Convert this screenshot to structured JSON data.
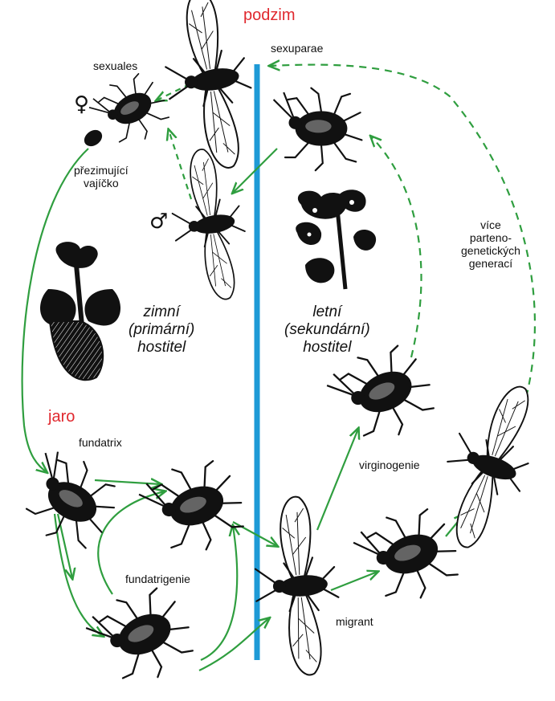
{
  "labels": {
    "autumn": "podzim",
    "spring": "jaro",
    "sexuales": "sexuales",
    "sexuparae": "sexuparae",
    "overwintering_egg_l1": "přezimující",
    "overwintering_egg_l2": "vajíčko",
    "female_symbol": "♀",
    "male_symbol": "♂",
    "primary_host_l1": "zimní",
    "primary_host_l2": "(primární)",
    "primary_host_l3": "hostitel",
    "secondary_host_l1": "letní",
    "secondary_host_l2": "(sekundární)",
    "secondary_host_l3": "hostitel",
    "parthenogenetic_l1": "více",
    "parthenogenetic_l2": "parteno-",
    "parthenogenetic_l3": "genetických",
    "parthenogenetic_l4": "generací",
    "fundatrix": "fundatrix",
    "fundatrigenie": "fundatrigenie",
    "virginogenie": "virginogenie",
    "migrant": "migrant"
  },
  "colors": {
    "arrow": "#2f9e3f",
    "divider": "#1e9ad6",
    "season_text": "#e0282e",
    "insect": "#111111"
  }
}
